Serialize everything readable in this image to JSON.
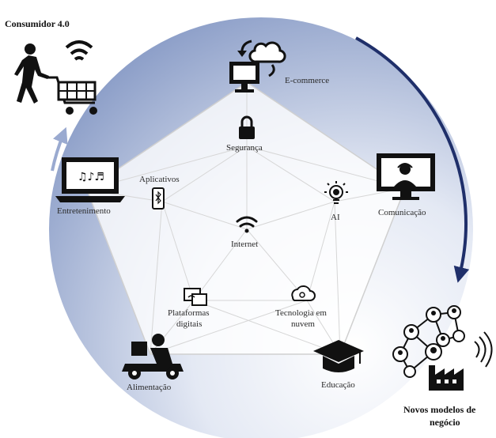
{
  "title": "Consumidor 4.0",
  "center": "Internet",
  "outer_nodes": [
    {
      "key": "ecommerce",
      "label": "E-commerce",
      "icon": "computer-cloud-sync-icon"
    },
    {
      "key": "comunicacao",
      "label": "Comunicação",
      "icon": "video-call-monitor-icon"
    },
    {
      "key": "educacao",
      "label": "Educação",
      "icon": "graduation-cap-icon"
    },
    {
      "key": "alimentacao",
      "label": "Alimentação",
      "icon": "delivery-scooter-icon"
    },
    {
      "key": "entretenimento",
      "label": "Entretenimento",
      "icon": "laptop-music-icon"
    }
  ],
  "inner_nodes": [
    {
      "key": "seguranca",
      "label": "Segurança",
      "icon": "padlock-icon"
    },
    {
      "key": "ai",
      "label": "AI",
      "icon": "lightbulb-gear-icon"
    },
    {
      "key": "tecnologia_nuvem",
      "label": [
        "Tecnologia em",
        "nuvem"
      ],
      "icon": "cloud-sync-icon"
    },
    {
      "key": "plataformas_digitais",
      "label": [
        "Plataformas",
        "digitais"
      ],
      "icon": "digital-platform-icon"
    },
    {
      "key": "aplicativos",
      "label": "Aplicativos",
      "icon": "smartphone-bluetooth-icon"
    }
  ],
  "new_models": [
    "Novos modelos de",
    "negócio"
  ],
  "colors": {
    "circle_dark": "#8e9fc8",
    "circle_light": "#ffffff",
    "arrow": "#1f2f6a",
    "lines": "#c8c8c8",
    "icon": "#111111"
  }
}
